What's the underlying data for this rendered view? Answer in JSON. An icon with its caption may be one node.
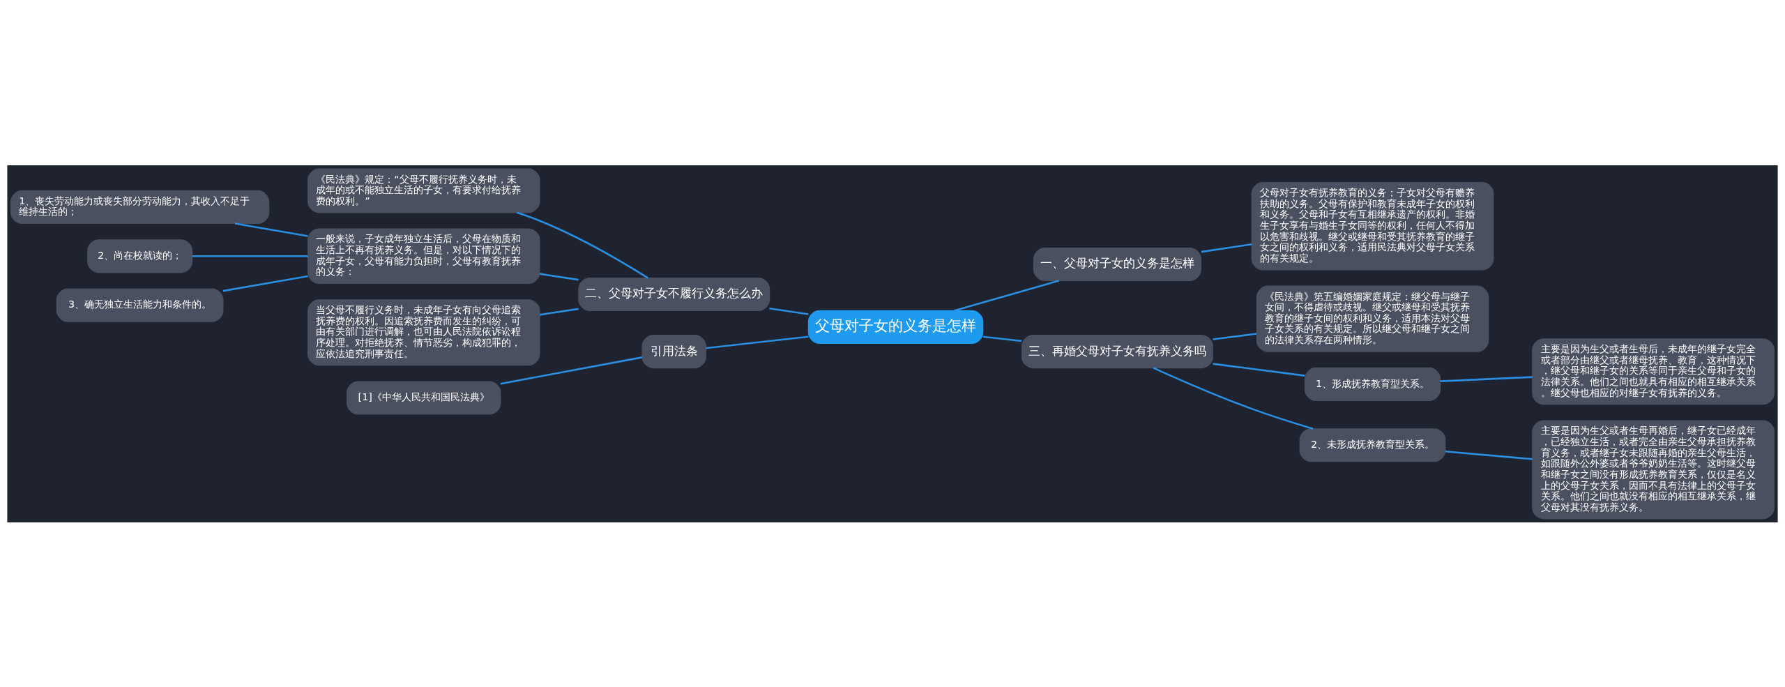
{
  "diagram": {
    "nodes": [
      {
        "text": [
          "父母对子女的义务是怎样"
        ]
      },
      {
        "text": [
          "一、父母对子女的义务是怎样"
        ]
      },
      {
        "text": [
          "父母对子女有抚养教育的义务；子女对父母有赡养扶助的义务。父母有保护和教育未成年子女的权利和义务。父母和子女有互相继承遗产的权利。非婚生子女享有与婚生子女同等的权利，任何人不得加以危害和歧视。继父或继母和受其抚养教育的继子女之间的权利和义务，适用民法典对父母子女关系的有关规定。"
        ]
      },
      {
        "text": [
          "二、父母对子女不履行义务怎么办"
        ]
      },
      {
        "text": [
          "《民法典》规定：“父母不履行抚养义务时，未成年的或不能独立生活的子女，有要求付给抚养费的权利。”"
        ]
      },
      {
        "text": [
          "一般来说，子女成年独立生活后，父母在物质和生活上不再有抚养义务。但是，对以下情况下的成年子女，父母有能力负担时，父母有教育抚养的义务："
        ]
      },
      {
        "text": [
          "1、丧失劳动能力或丧失部分劳动能力，其收入不足于维持生活的；"
        ]
      },
      {
        "text": [
          "2、尚在校就读的；"
        ]
      },
      {
        "text": [
          "3、确无独立生活能力和条件的。"
        ]
      },
      {
        "text": [
          "当父母不履行义务时，未成年子女有向父母追索抚养费的权利。因追索抚养费而发生的纠纷，可由有关部门进行调解，也可由人民法院依诉讼程序处理。对拒绝抚养、情节恶劣，构成犯罪的，应依法追究刑事责任。"
        ]
      },
      {
        "text": [
          "三、再婚父母对子女有抚养义务吗"
        ]
      },
      {
        "text": [
          "《民法典》第五编婚姻家庭规定：继父母与继子女间，不得虐待或歧视。继父或继母和受其抚养教育的继子女间的权利和义务，适用本法对父母子女关系的有关规定。所以继父母和继子女之间的法律关系存在两种情形。"
        ]
      },
      {
        "text": [
          "1、形成抚养教育型关系。"
        ]
      },
      {
        "text": [
          "主要是因为生父或者生母后，未成年的继子女完全或者部分由继父或者继母抚养、教育，这种情况下，继父母和继子女的关系等同于亲生父母和子女的法律关系。他们之间也就具有相应的相互继承关系。继父母也相应的对继子女有抚养的义务。"
        ]
      },
      {
        "text": [
          "2、未形成抚养教育型关系。"
        ]
      },
      {
        "text": [
          "主要是因为生父或者生母再婚后，继子女已经成年，已经独立生活，或者完全由亲生父母承担抚养教育义务，或者继子女未跟随再婚的亲生父母生活，如跟随外公外婆或者爷爷奶奶生活等。这时继父母和继子女之间没有形成抚养教育关系，仅仅是名义上的父母子女关系，因而不具有法律上的父母子女关系。他们之间也就没有相应的相互继承关系，继父母对其没有抚养义务。"
        ]
      },
      {
        "text": [
          "引用法条"
        ]
      },
      {
        "text": [
          "[1]《中华人民共和国民法典》"
        ]
      }
    ],
    "edges": [
      {
        "from": 0,
        "to": 1,
        "arrow": "none"
      },
      {
        "from": 1,
        "to": 2,
        "arrow": "none"
      },
      {
        "from": 0,
        "to": 3,
        "arrow": "none"
      },
      {
        "from": 3,
        "to": 4,
        "arrow": "none"
      },
      {
        "from": 3,
        "to": 5,
        "arrow": "none"
      },
      {
        "from": 5,
        "to": 6,
        "arrow": "none"
      },
      {
        "from": 5,
        "to": 7,
        "arrow": "none"
      },
      {
        "from": 5,
        "to": 8,
        "arrow": "none"
      },
      {
        "from": 3,
        "to": 9,
        "arrow": "none"
      },
      {
        "from": 0,
        "to": 10,
        "arrow": "none"
      },
      {
        "from": 10,
        "to": 11,
        "arrow": "none"
      },
      {
        "from": 10,
        "to": 12,
        "arrow": "none"
      },
      {
        "from": 12,
        "to": 13,
        "arrow": "none"
      },
      {
        "from": 10,
        "to": 14,
        "arrow": "none"
      },
      {
        "from": 14,
        "to": 15,
        "arrow": "none"
      },
      {
        "from": 0,
        "to": 16,
        "arrow": "none"
      },
      {
        "from": 16,
        "to": 17,
        "arrow": "none"
      }
    ]
  }
}
